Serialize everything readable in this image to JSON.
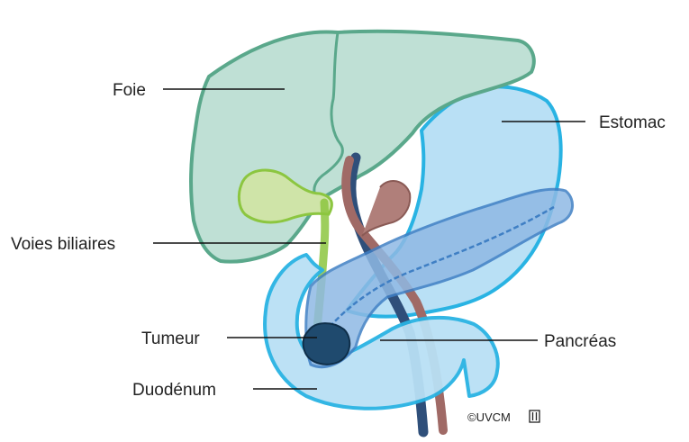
{
  "labels": {
    "foie": "Foie",
    "voies_biliaires": "Voies biliaires",
    "tumeur": "Tumeur",
    "duodenum": "Duodénum",
    "estomac": "Estomac",
    "pancreas": "Pancréas"
  },
  "credit": "©UVCM",
  "colors": {
    "liver_fill": "#bfe0d5",
    "liver_stroke": "#5aa88b",
    "stomach_fill": "#b9e0f5",
    "stomach_stroke": "#29b3e3",
    "pancreas_fill": "#8fb9e4",
    "pancreas_stroke": "#3f7fc4",
    "bile_duct": "#8cc640",
    "tumor": "#1f4a6e",
    "vein": "#2f4f7a",
    "artery": "#a06a66"
  },
  "icons": {
    "logo": "uvcm-logo-icon"
  }
}
